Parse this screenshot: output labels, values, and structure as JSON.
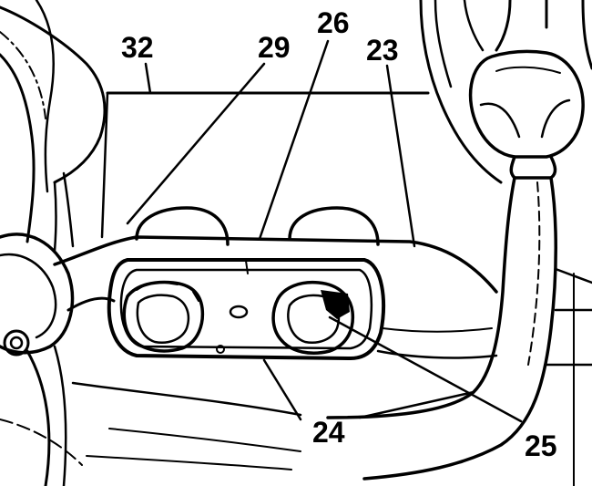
{
  "callouts": {
    "c32": "32",
    "c29": "29",
    "c26": "26",
    "c23": "23",
    "c24": "24",
    "c25": "25"
  },
  "colors": {
    "ink": "#000000",
    "paper": "#ffffff"
  }
}
